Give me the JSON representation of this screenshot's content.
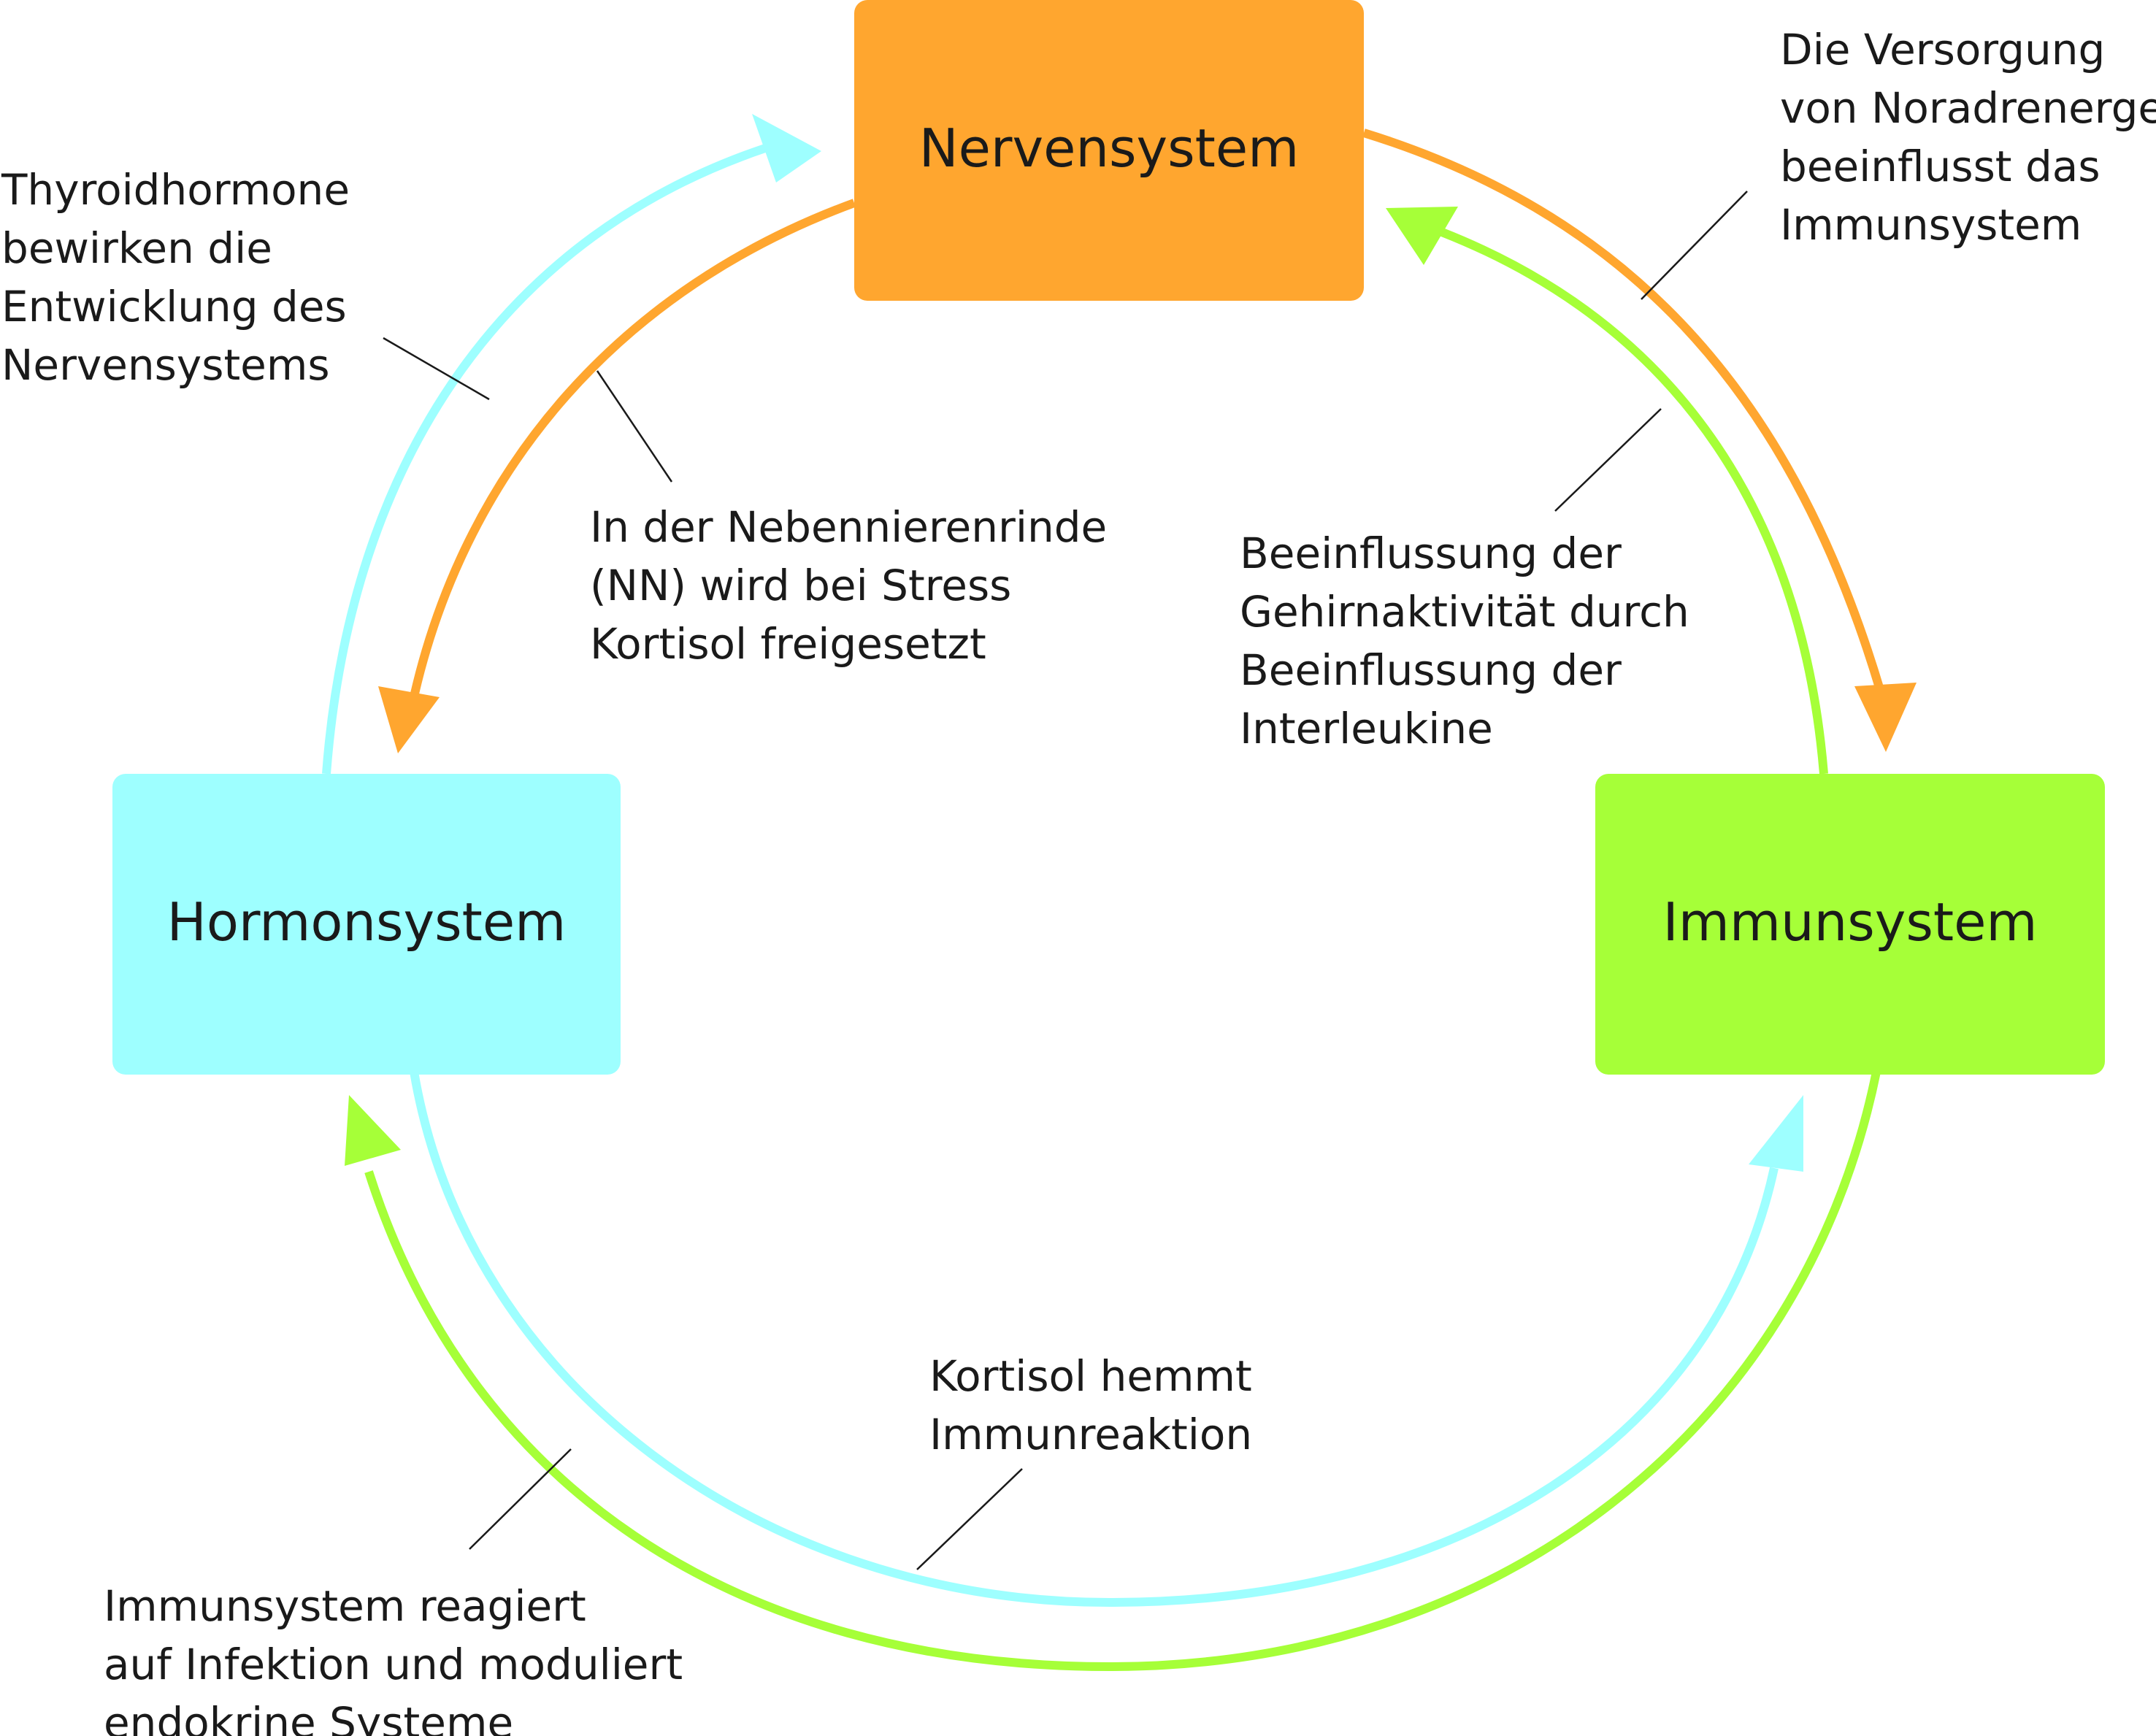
{
  "colors": {
    "nerven": "#ffa62f",
    "hormon": "#9effff",
    "immun": "#a6ff38",
    "text": "#1a1a1a"
  },
  "boxes": {
    "nervensystem": {
      "label": "Nervensystem",
      "color": "#ffa62f"
    },
    "hormonsystem": {
      "label": "Hormonsystem",
      "color": "#9effff"
    },
    "immunsystem": {
      "label": "Immunsystem",
      "color": "#a6ff38"
    }
  },
  "annotations": {
    "thyroid": [
      "Thyroidhormone",
      "bewirken die",
      "Entwicklung des",
      "Nervensystems"
    ],
    "kortisol_stress": [
      "In der Nebennierenrinde",
      "(NN) wird bei Stress",
      "Kortisol freigesetzt"
    ],
    "noradrenerge": [
      "Die Versorgung",
      "von Noradrenerge",
      "beeinflusst das",
      "Immunsystem"
    ],
    "interleukine": [
      "Beeinflussung der",
      "Gehirnaktivität durch",
      "Beeinflussung der",
      "Interleukine"
    ],
    "kortisol_hemmt": [
      "Kortisol hemmt",
      "Immunreaktion"
    ],
    "infektion": [
      "Immunsystem reagiert",
      "auf Infektion und moduliert",
      "endokrine Systeme"
    ]
  }
}
